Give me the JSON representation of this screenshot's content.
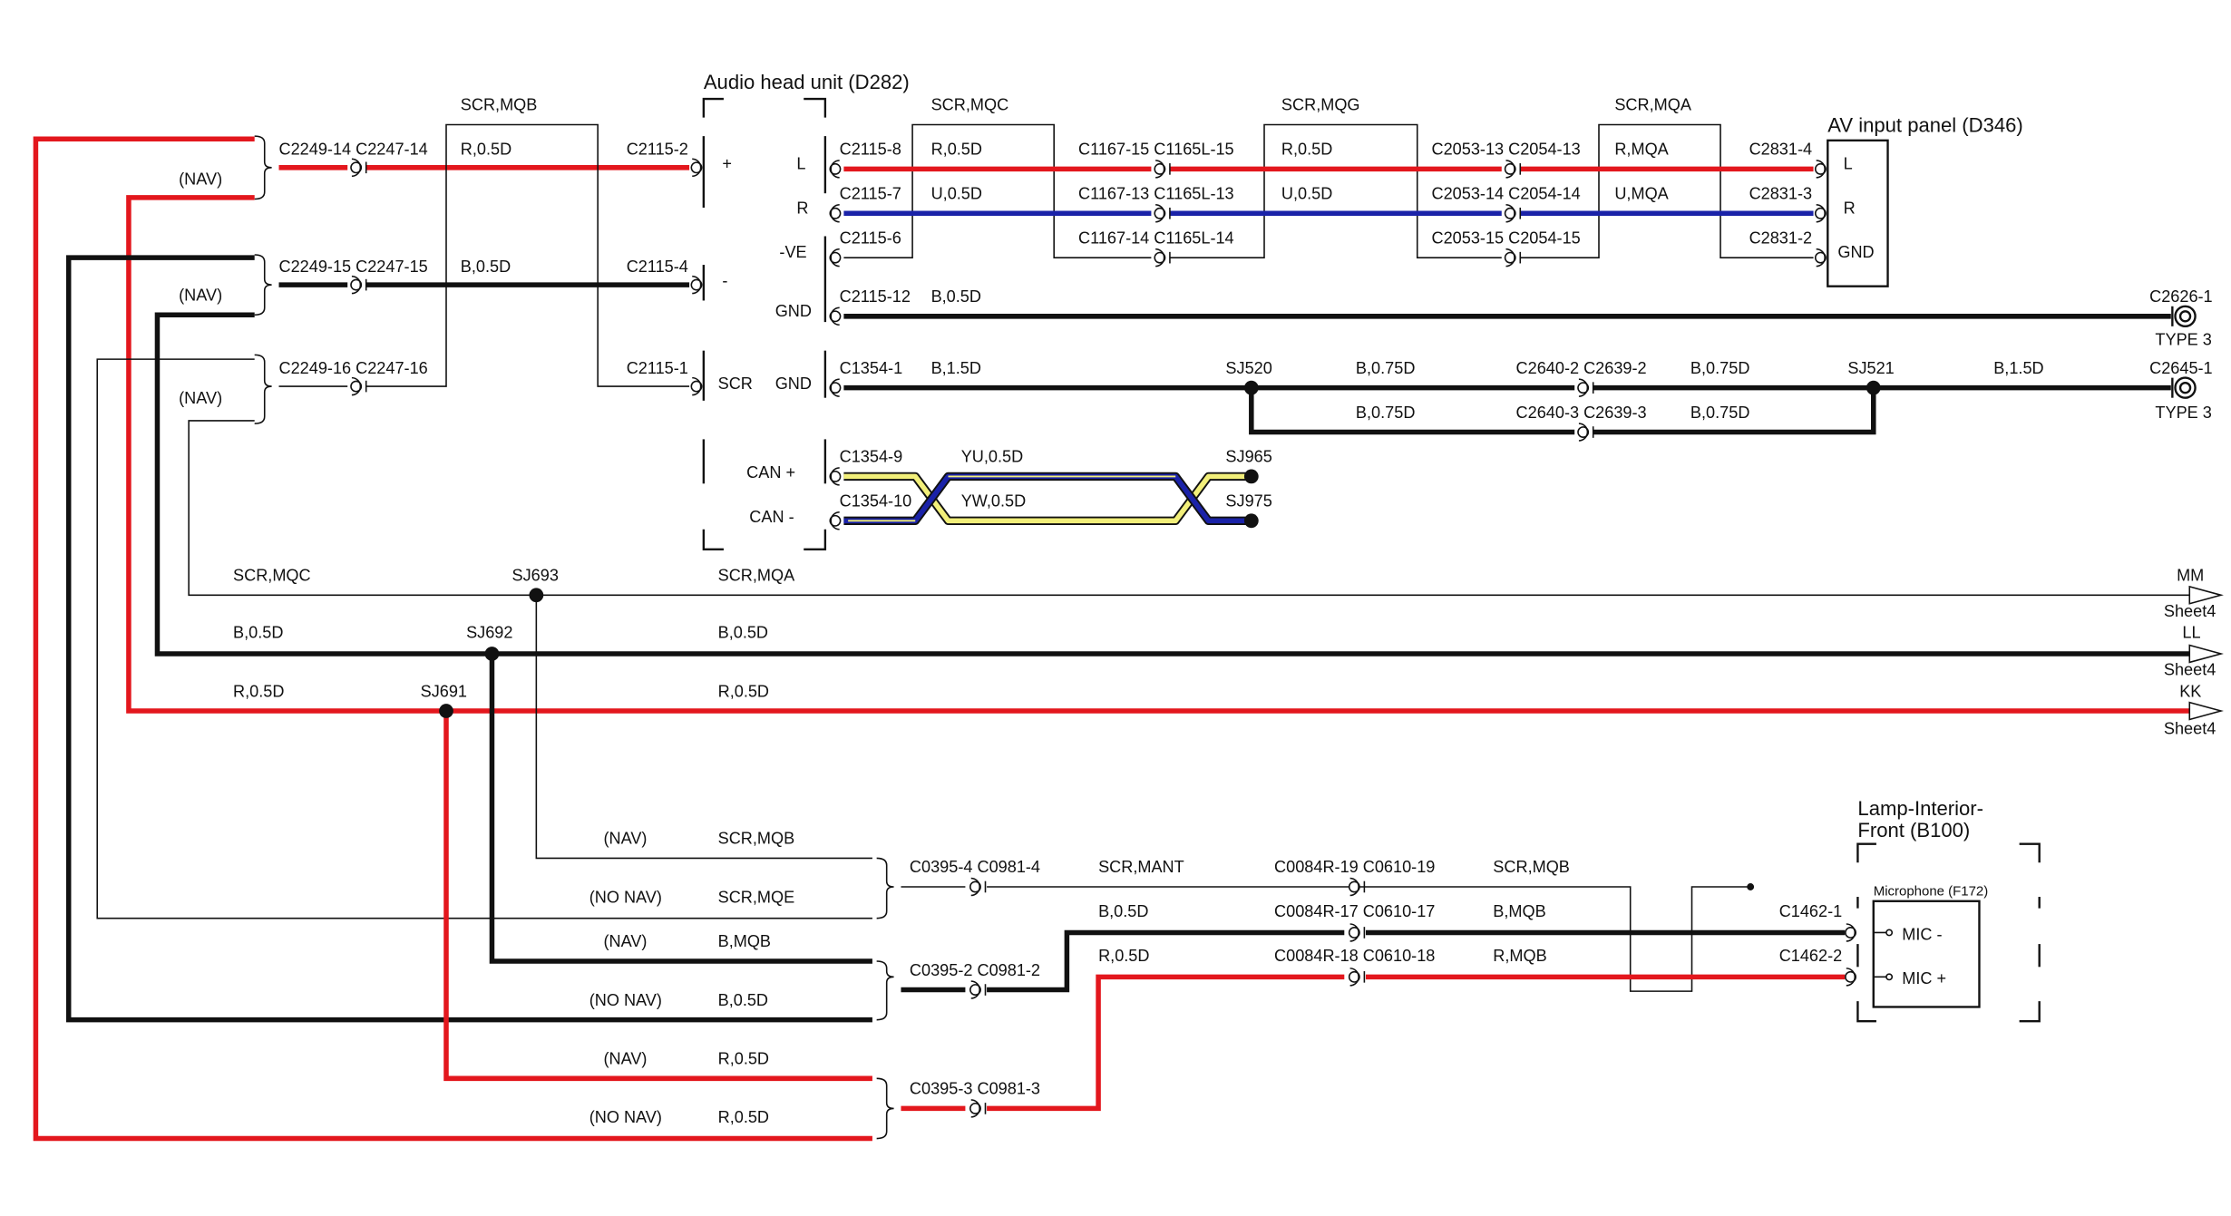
{
  "colors": {
    "red": "#e3171d",
    "blue": "#1a22a8",
    "black": "#111111",
    "yellow": "#f2ef7a",
    "background": "#ffffff"
  },
  "icons": {
    "connector": "connector-pin-icon",
    "splice": "splice-dot-icon",
    "ground": "ground-terminal-icon",
    "sheet_ref": "sheet-reference-arrow-icon"
  },
  "components": {
    "head_unit": "Audio head unit (D282)",
    "av_panel": "AV input panel (D346)",
    "lamp_title_1": "Lamp-Interior-",
    "lamp_title_2": "Front (B100)",
    "microphone": "Microphone (F172)"
  },
  "head_unit_pins": {
    "plus": "+",
    "minus": "-",
    "scr": "SCR",
    "l": "L",
    "r": "R",
    "ve": "-VE",
    "gnd1": "GND",
    "gnd2": "GND",
    "can_plus": "CAN +",
    "can_minus": "CAN -"
  },
  "av_pins": {
    "l": "L",
    "r": "R",
    "gnd": "GND"
  },
  "mic_pins": {
    "minus": "MIC -",
    "plus": "MIC +"
  },
  "left_connectors": {
    "r1": "C2249-14 C2247-14",
    "r2": "C2249-15 C2247-15",
    "r3": "C2249-16 C2247-16",
    "nav1": "(NAV)",
    "nav2": "(NAV)",
    "nav3": "(NAV)"
  },
  "head_unit_conn": {
    "c1": "C2115-2",
    "c2": "C2115-4",
    "c3": "C2115-1",
    "scr_mqb": "SCR,MQB",
    "r05": "R,0.5D",
    "b05": "B,0.5D"
  },
  "right_chain": {
    "scr_mqc": "SCR,MQC",
    "scr_mqg": "SCR,MQG",
    "scr_mqa": "SCR,MQA",
    "l_c1": "C2115-8",
    "l_w1": "R,0.5D",
    "l_c2": "C1167-15 C1165L-15",
    "l_w2": "R,0.5D",
    "l_c3": "C2053-13 C2054-13",
    "l_w3": "R,MQA",
    "l_c4": "C2831-4",
    "r_c1": "C2115-7",
    "r_w1": "U,0.5D",
    "r_c2": "C1167-13 C1165L-13",
    "r_w2": "U,0.5D",
    "r_c3": "C2053-14 C2054-14",
    "r_w3": "U,MQA",
    "r_c4": "C2831-3",
    "v_c1": "C2115-6",
    "v_c2": "C1167-14 C1165L-14",
    "v_c3": "C2053-15 C2054-15",
    "v_c4": "C2831-2"
  },
  "ground_row1": {
    "c1": "C2115-12",
    "w1": "B,0.5D",
    "end": "C2626-1",
    "type": "TYPE 3"
  },
  "ground_row2": {
    "c1": "C1354-1",
    "w1": "B,1.5D",
    "sj1": "SJ520",
    "w2": "B,0.75D",
    "c2": "C2640-2 C2639-2",
    "w3": "B,0.75D",
    "sj2": "SJ521",
    "w4": "B,1.5D",
    "end": "C2645-1",
    "type": "TYPE 3",
    "w5": "B,0.75D",
    "c3": "C2640-3 C2639-3",
    "w6": "B,0.75D"
  },
  "can": {
    "c1": "C1354-9",
    "c2": "C1354-10",
    "w1": "YU,0.5D",
    "w2": "YW,0.5D",
    "sj1": "SJ965",
    "sj2": "SJ975"
  },
  "sheet_refs": {
    "mm_wl": "SCR,MQC",
    "mm_sj": "SJ693",
    "mm_wr": "SCR,MQA",
    "mm": "MM",
    "mm_s": "Sheet4",
    "ll_wl": "B,0.5D",
    "ll_sj": "SJ692",
    "ll_wr": "B,0.5D",
    "ll": "LL",
    "ll_s": "Sheet4",
    "kk_wl": "R,0.5D",
    "kk_sj": "SJ691",
    "kk_wr": "R,0.5D",
    "kk": "KK",
    "kk_s": "Sheet4"
  },
  "lower": {
    "l1_opt": "(NAV)",
    "l1_w": "SCR,MQB",
    "l2_opt": "(NO NAV)",
    "l2_w": "SCR,MQE",
    "l3_opt": "(NAV)",
    "l3_w": "B,MQB",
    "l4_opt": "(NO NAV)",
    "l4_w": "B,0.5D",
    "l5_opt": "(NAV)",
    "l5_w": "R,0.5D",
    "l6_opt": "(NO NAV)",
    "l6_w": "R,0.5D",
    "ca": "C0395-4 C0981-4",
    "cb": "C0395-2 C0981-2",
    "cc": "C0395-3 C0981-3",
    "scr_mant": "SCR,MANT",
    "b05": "B,0.5D",
    "r05": "R,0.5D",
    "cx1": "C0084R-19 C0610-19",
    "cx2": "C0084R-17 C0610-17",
    "cx3": "C0084R-18 C0610-18",
    "wx1": "SCR,MQB",
    "wx2": "B,MQB",
    "wx3": "R,MQB",
    "m1": "C1462-1",
    "m2": "C1462-2"
  }
}
